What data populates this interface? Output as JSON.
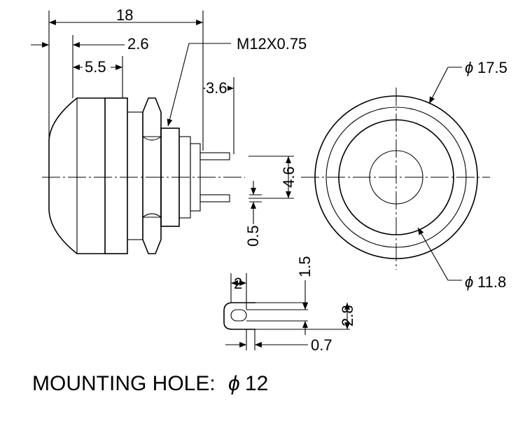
{
  "dimensions": {
    "overall_length": "18",
    "front_offset": "2.6",
    "cap_offset": "5.5",
    "terminal_length": "3.6",
    "thread": "M12X0.75",
    "pin_spacing": "4.6",
    "pin_thickness": "0.5",
    "outer_diameter": "17.5",
    "inner_diameter": "11.8",
    "diameter_symbol": "ϕ",
    "slot_width": "2",
    "slot_top": "1.5",
    "tab_height": "2.8",
    "slot_gap": "0.7"
  },
  "footer": {
    "label": "MOUNTING HOLE:",
    "symbol": "ϕ",
    "value": "12"
  }
}
